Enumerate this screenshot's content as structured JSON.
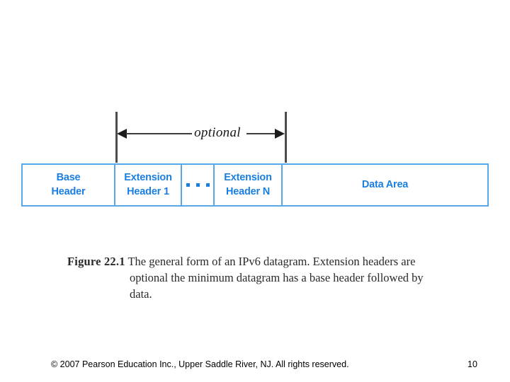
{
  "slide": {
    "figure": {
      "optional_label": "optional",
      "fields": [
        {
          "id": "base",
          "line1": "Base",
          "line2": "Header"
        },
        {
          "id": "ext1",
          "line1": "Extension",
          "line2": "Header 1"
        },
        {
          "id": "dots",
          "line1": "",
          "line2": ""
        },
        {
          "id": "extn",
          "line1": "Extension",
          "line2": "Header N"
        },
        {
          "id": "data",
          "line1": "Data Area",
          "line2": ""
        }
      ],
      "ellipsis_dot_count": 3
    },
    "caption": {
      "number": "Figure 22.1",
      "line1": "The general form of an IPv6 datagram.  Extension headers are",
      "line2": "optional  the minimum datagram has a base header followed by",
      "line3": "data."
    },
    "footer": {
      "copyright": "© 2007 Pearson Education Inc., Upper Saddle River, NJ. All rights reserved.",
      "page_number": "10"
    },
    "colors": {
      "box_border": "#5aa7e8",
      "label_text": "#1b7fe0",
      "rule_dark": "#3d3d3d",
      "caption_text": "#2a2a2a"
    }
  }
}
